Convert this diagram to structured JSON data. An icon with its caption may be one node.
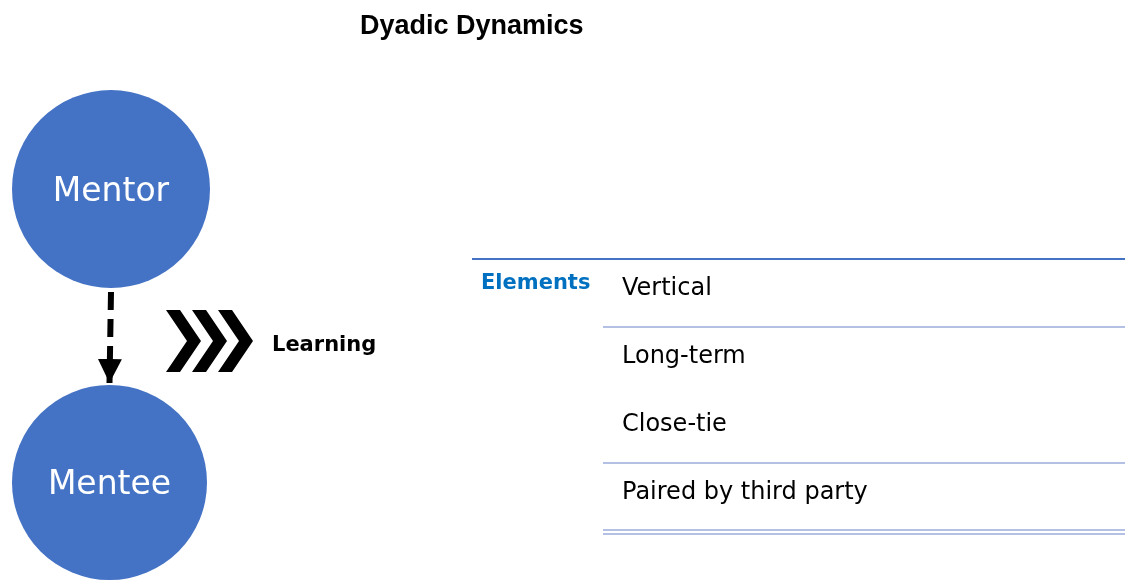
{
  "diagram": {
    "title": "Dyadic Dynamics",
    "nodes": [
      {
        "text": [
          "Mentor"
        ]
      },
      {
        "text": [
          "Mentee"
        ]
      }
    ],
    "edges": [
      {
        "from": 0,
        "to": 1,
        "arrow": "to",
        "style": "dashed"
      }
    ],
    "labels": [
      "Learning",
      "Elements",
      "Vertical",
      "Long-term",
      "Close-tie",
      "Paired by third party"
    ]
  }
}
